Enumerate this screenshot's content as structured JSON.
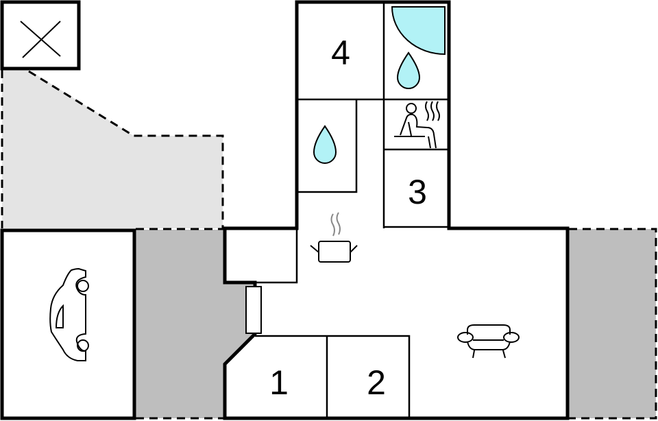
{
  "plan": {
    "type": "floor-plan",
    "colors": {
      "wall": "#000000",
      "terrace_light": "#e4e4e4",
      "terrace_dark": "#bebebe",
      "water": "#b2f2f6",
      "background": "#ffffff"
    },
    "rooms": [
      {
        "id": "room-1",
        "label": "1",
        "type": "bedroom"
      },
      {
        "id": "room-2",
        "label": "2",
        "type": "bedroom"
      },
      {
        "id": "room-3",
        "label": "3",
        "type": "bedroom"
      },
      {
        "id": "room-4",
        "label": "4",
        "type": "bedroom"
      },
      {
        "id": "bathroom-shower",
        "label": "",
        "type": "bathroom",
        "icons": [
          "shower-icon",
          "water-drop-icon"
        ]
      },
      {
        "id": "bathroom-2",
        "label": "",
        "type": "bathroom",
        "icons": [
          "water-drop-icon"
        ]
      },
      {
        "id": "sauna",
        "label": "",
        "type": "sauna",
        "icons": [
          "sauna-icon"
        ]
      },
      {
        "id": "kitchen",
        "label": "",
        "type": "kitchen",
        "icons": [
          "cooking-pot-icon"
        ]
      },
      {
        "id": "living-room",
        "label": "",
        "type": "living",
        "icons": [
          "armchair-icon"
        ]
      },
      {
        "id": "garage",
        "label": "",
        "type": "garage",
        "icons": [
          "car-icon"
        ]
      },
      {
        "id": "storage",
        "label": "",
        "type": "storage",
        "icons": [
          "x-mark-icon"
        ]
      }
    ],
    "labels": {
      "room1": "1",
      "room2": "2",
      "room3": "3",
      "room4": "4"
    }
  }
}
